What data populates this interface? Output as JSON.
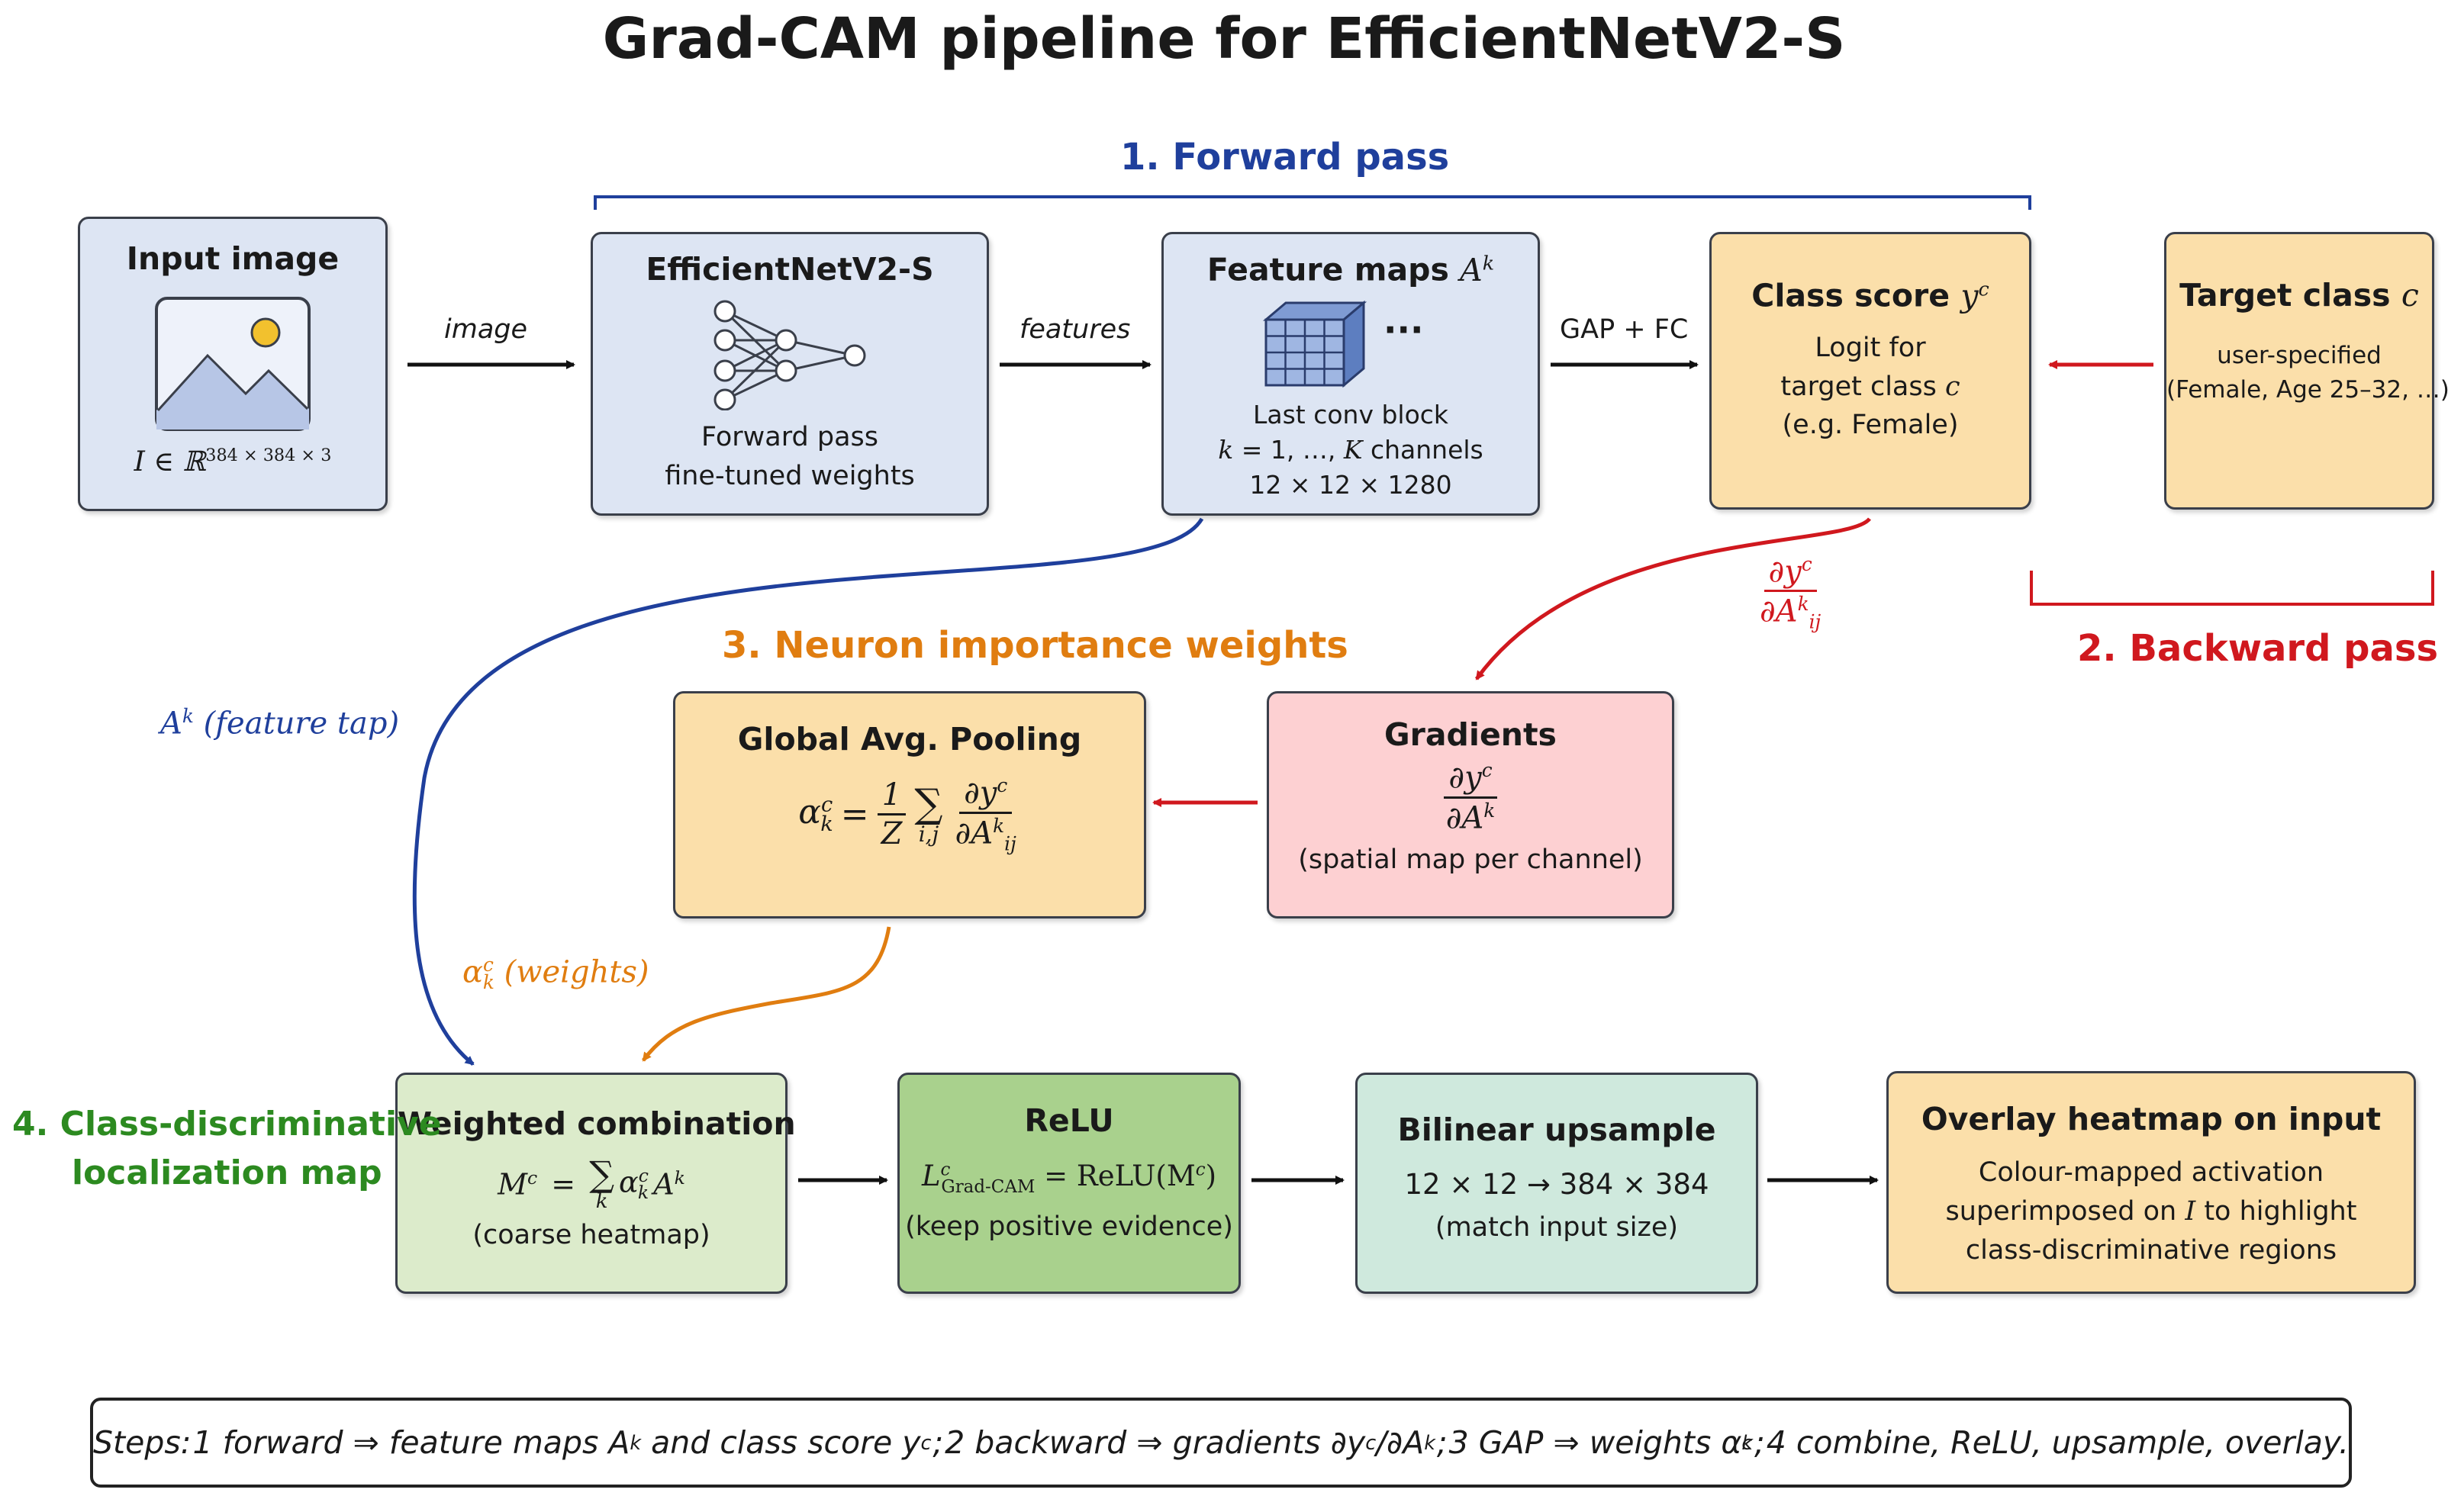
{
  "title": "Grad-CAM pipeline for EfficientNetV2-S",
  "stages": {
    "forward": "1. Forward pass",
    "backward": "2. Backward pass",
    "neuron": "3. Neuron importance weights",
    "localization_line1": "4. Class-discriminative",
    "localization_line2": "localization map"
  },
  "colors": {
    "forward": "#1f3f9c",
    "backward": "#d0181e",
    "neuron": "#e07d10",
    "localization": "#2c8a20",
    "box_blue": "#dde5f3",
    "box_orange": "#fbdfaa",
    "box_pink": "#fdd0d2",
    "box_light_green": "#dcebcb",
    "box_green": "#a9d18d",
    "box_mint": "#cfe9dd"
  },
  "nodes": {
    "input": {
      "title": "Input image",
      "formula": "I ∈ ℝ",
      "dims": "384 × 384 × 3",
      "icon": "image-icon"
    },
    "efficientnet": {
      "title": "EfficientNetV2-S",
      "line1": "Forward pass",
      "line2": "fine-tuned weights",
      "icon": "neural-network-icon"
    },
    "feature_maps": {
      "title": "Feature maps",
      "symbol": "A",
      "sup": "k",
      "ellipsis": "···",
      "line1": "Last conv block",
      "line2_k": "k",
      "line2_mid": " = 1, …, ",
      "line2_K": "K",
      "line2_end": " channels",
      "line3": "12 × 12 × 1280",
      "icon": "tensor-cube-icon"
    },
    "class_score": {
      "title": "Class score",
      "symbol": "y",
      "sup": "c",
      "line1": "Logit for",
      "line2": "target class",
      "line2_c": "c",
      "line3": "(e.g. Female)"
    },
    "target_class": {
      "title": "Target class",
      "symbol": "c",
      "line1": "user-specified",
      "line2": "(Female, Age 25–32, …)"
    },
    "gradients": {
      "title": "Gradients",
      "num": "∂y",
      "num_sup": "c",
      "den": "∂A",
      "den_sup": "k",
      "line1": "(spatial map per channel)"
    },
    "gap": {
      "title": "Global Avg. Pooling",
      "alpha": "α",
      "alpha_sup": "c",
      "alpha_sub": "k",
      "eq": "=",
      "frac_num": "1",
      "frac_den": "Z",
      "sum": "∑",
      "sum_sub": "i,j",
      "grad_num": "∂y",
      "grad_num_sup": "c",
      "grad_den": "∂A",
      "grad_den_sup": "k",
      "grad_den_sub": "ij"
    },
    "weighted": {
      "title": "Weighted combination",
      "m": "M",
      "m_sup": "c",
      "eq": " = ",
      "sum": "∑",
      "sum_sub": "k",
      "alpha": "α",
      "alpha_sup": "c",
      "alpha_sub": "k",
      "a": "A",
      "a_sup": "k",
      "line1": "(coarse heatmap)"
    },
    "relu": {
      "title": "ReLU",
      "l": "L",
      "l_sup": "c",
      "l_sub": "Grad-CAM",
      "rhs": " = ReLU(M",
      "rhs_sup": "c",
      "rhs_end": ")",
      "line1": "(keep positive evidence)"
    },
    "upsample": {
      "title": "Bilinear upsample",
      "line1": "12 × 12 → 384 × 384",
      "line2": "(match input size)"
    },
    "overlay": {
      "title": "Overlay heatmap on input",
      "line1": "Colour-mapped activation",
      "line2_a": "superimposed on ",
      "line2_i": "I",
      "line2_b": " to highlight",
      "line3": "class-discriminative regions"
    }
  },
  "edge_labels": {
    "image": "image",
    "features": "features",
    "gap_fc": "GAP + FC",
    "feature_tap": "A",
    "feature_tap_sup": "k",
    "feature_tap_text": " (feature tap)",
    "grad_num": "∂y",
    "grad_num_sup": "c",
    "grad_den": "∂A",
    "grad_den_sup": "k",
    "grad_den_sub": "ij",
    "weights": "α",
    "weights_sup": "c",
    "weights_sub": "k",
    "weights_text": " (weights)"
  },
  "steps": {
    "prefix": "Steps:",
    "s1": "1 forward ⇒ feature maps A",
    "s1_sup": "k",
    "s1_b": " and class score y",
    "s1_sup2": "c",
    "sep": ";",
    "s2": "2 backward ⇒ gradients ∂y",
    "s2_sup": "c",
    "s2_b": "/∂A",
    "s2_sup2": "k",
    "s3": "3 GAP ⇒ weights α",
    "s3_sup": "c",
    "s3_sub": "k",
    "s4": "4 combine, ReLU, upsample, overlay."
  }
}
